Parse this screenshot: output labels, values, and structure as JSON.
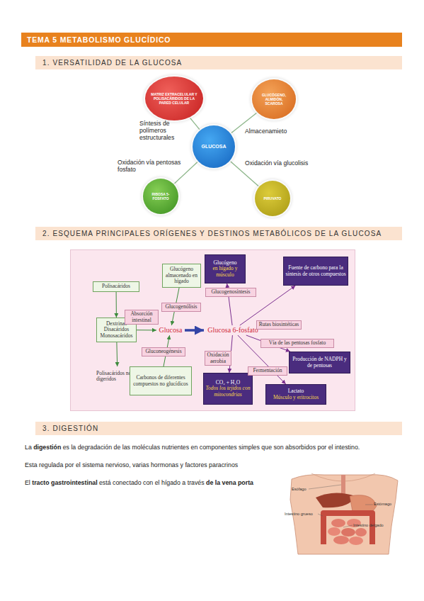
{
  "diagram": {
    "title": "TEMA 5 METABOLISMO GLUCÍDICO",
    "nodes": [
      {
        "text": [
          "MATRIZ EXTRACELULAR Y POLISACÁRIDOS DE LA PARED CELULAR"
        ]
      },
      {
        "text": [
          "GLUCÓGENO, ALMIDÓN, SCAROSA"
        ]
      },
      {
        "text": [
          "GLUCOSA"
        ]
      },
      {
        "text": [
          "RIBOSA 5-FOSFATO"
        ]
      },
      {
        "text": [
          "PIRUVATO"
        ]
      },
      {
        "text": [
          "Glucógeno almacenado en hígado"
        ]
      },
      {
        "text": [
          "Glucógeno",
          "en hígado y músculo"
        ]
      },
      {
        "text": [
          "Fuente de carbono para la síntesis de otros compuestos"
        ]
      },
      {
        "text": [
          "Polisacáridos"
        ]
      },
      {
        "text": [
          "Dextrinas Disacáridos Monosacáridos"
        ]
      },
      {
        "text": [
          "Glucosa"
        ]
      },
      {
        "text": [
          "Glucosa 6-fosfato"
        ]
      },
      {
        "text": [
          "Producción de NADPH y de pentosas"
        ]
      },
      {
        "text": [
          "Polisacáridos no digeridos"
        ]
      },
      {
        "text": [
          "Carbonos de diferentes compuestos no glucídicos"
        ]
      },
      {
        "text": [
          "CO₂ + H₂O",
          "Todos los tejidos con mitocondrias"
        ]
      },
      {
        "text": [
          "Lactato",
          "Músculo y eritrocitos"
        ]
      }
    ],
    "edges": [
      {
        "from": 2,
        "to": 0,
        "label": "Síntesis de polímeros estructurales",
        "arrow": "none"
      },
      {
        "from": 2,
        "to": 1,
        "label": "Almacenamieto",
        "arrow": "none"
      },
      {
        "from": 2,
        "to": 3,
        "label": "Oxidación vía pentosas fosfato",
        "arrow": "none"
      },
      {
        "from": 2,
        "to": 4,
        "label": "Oxidación vía glucolisis",
        "arrow": "none"
      },
      {
        "from": 8,
        "to": 9,
        "arrow": "to"
      },
      {
        "from": 9,
        "to": 13,
        "arrow": "to"
      },
      {
        "from": 9,
        "to": 10,
        "label": "Absorción intestinal",
        "arrow": "to"
      },
      {
        "from": 5,
        "to": 10,
        "label": "Glucogenólisis",
        "arrow": "to"
      },
      {
        "from": 14,
        "to": 10,
        "label": "Gluconeogénesis",
        "arrow": "to"
      },
      {
        "from": 10,
        "to": 11,
        "arrow": "to"
      },
      {
        "from": 11,
        "to": 6,
        "label": "Glucogenosíntesis",
        "arrow": "to"
      },
      {
        "from": 11,
        "to": 7,
        "label": "Rutas biosintéticas",
        "arrow": "to"
      },
      {
        "from": 11,
        "to": 12,
        "label": "Vía de las pentosas fosfato",
        "arrow": "to"
      },
      {
        "from": 11,
        "to": 15,
        "label": "Oxidación aerobia",
        "arrow": "to"
      },
      {
        "from": 11,
        "to": 16,
        "label": "Fermentación",
        "arrow": "to"
      }
    ],
    "labels": [
      "1. VERSATILIDAD DE LA GLUCOSA",
      "2. ESQUEMA PRINCIPALES ORÍGENES Y DESTINOS METABÓLICOS DE LA GLUCOSA",
      "3. DIGESTIÓN",
      "La",
      "digestión",
      "es la degradación de las moléculas nutrientes en componentes simples que son absorbidos por el intestino.",
      "Esta regulada por el sistema nervioso, varias hormonas y factores paracrinos",
      "El",
      "tracto gastrointestinal",
      "está conectado con el hígado a través",
      "de la vena porta",
      "Esófago",
      "Estómago",
      "Intestino grueso",
      "Intestino delgado"
    ]
  }
}
